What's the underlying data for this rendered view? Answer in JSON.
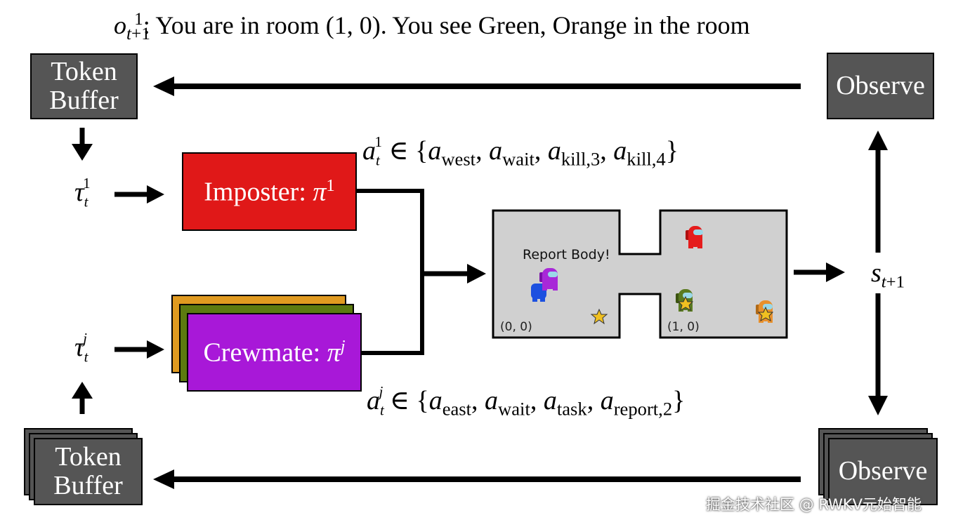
{
  "observation_text": ": You are in room (1, 0). You see Green, Orange in the room",
  "token_buffer_label": [
    "Token",
    "Buffer"
  ],
  "observe_label": "Observe",
  "imposter_label": "Imposter: ",
  "crewmate_label": "Crewmate: ",
  "imposter_actions": {
    "prefix": " ∈ {",
    "items": [
      "west",
      "wait",
      "kill,3",
      "kill,4"
    ],
    "suffix": "}"
  },
  "crewmate_actions": {
    "prefix": " ∈ {",
    "items": [
      "east",
      "wait",
      "task",
      "report,2"
    ],
    "suffix": "}"
  },
  "game": {
    "speech": "Report Body!",
    "room_a_label": "(0, 0)",
    "room_b_label": "(1, 0)"
  },
  "state_symbol": "s",
  "watermark": "掘金技术社区 @ RWKV元始智能",
  "colors": {
    "buffer_gray": "#555555",
    "imposter_red": "#e01818",
    "crewmate_purple": "#a818d8",
    "stack_orange": "#e09a20",
    "stack_green": "#5c7a10",
    "room_gray": "#d0d0d0",
    "crew_red": "#e51c1c",
    "crew_purple": "#a828d8",
    "crew_blue": "#1c50e0",
    "crew_green": "#5a7a20",
    "crew_orange": "#e8902c",
    "star": "#f0c020"
  }
}
